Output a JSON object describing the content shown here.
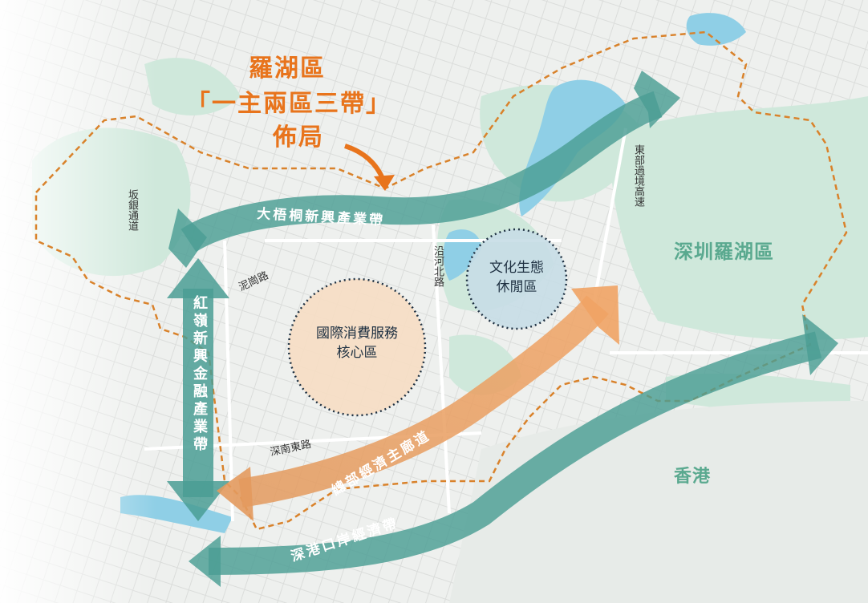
{
  "title": {
    "line1": "羅湖區",
    "line2": "「一主兩區三帶」",
    "line3": "佈局"
  },
  "districts": {
    "shenzhen_luohu": "深圳羅湖區",
    "hong_kong": "香港"
  },
  "roads": {
    "banyin": "坂銀通道",
    "nigang": "泥崗路",
    "yanhe_north": "沿河北路",
    "shennan_east": "深南東路",
    "east_crossing": "東部過境高速"
  },
  "zones": {
    "consumption_core_line1": "國際消費服務",
    "consumption_core_line2": "核心區",
    "eco_leisure_line1": "文化生態",
    "eco_leisure_line2": "休閒區"
  },
  "belts": {
    "dawutong": "大梧桐新興產業帶",
    "hongling": "紅嶺新興金融產業帶",
    "port_economy": "深港口岸經濟帶",
    "hq_corridor": "總部經濟主廊道"
  },
  "colors": {
    "accent_orange": "#e8741c",
    "belt_teal": "#4a9e94",
    "district_green": "#5aa98f",
    "boundary_dashed": "#d9822b",
    "water": "#8fcfe6",
    "greenery": "#cfe8db"
  }
}
